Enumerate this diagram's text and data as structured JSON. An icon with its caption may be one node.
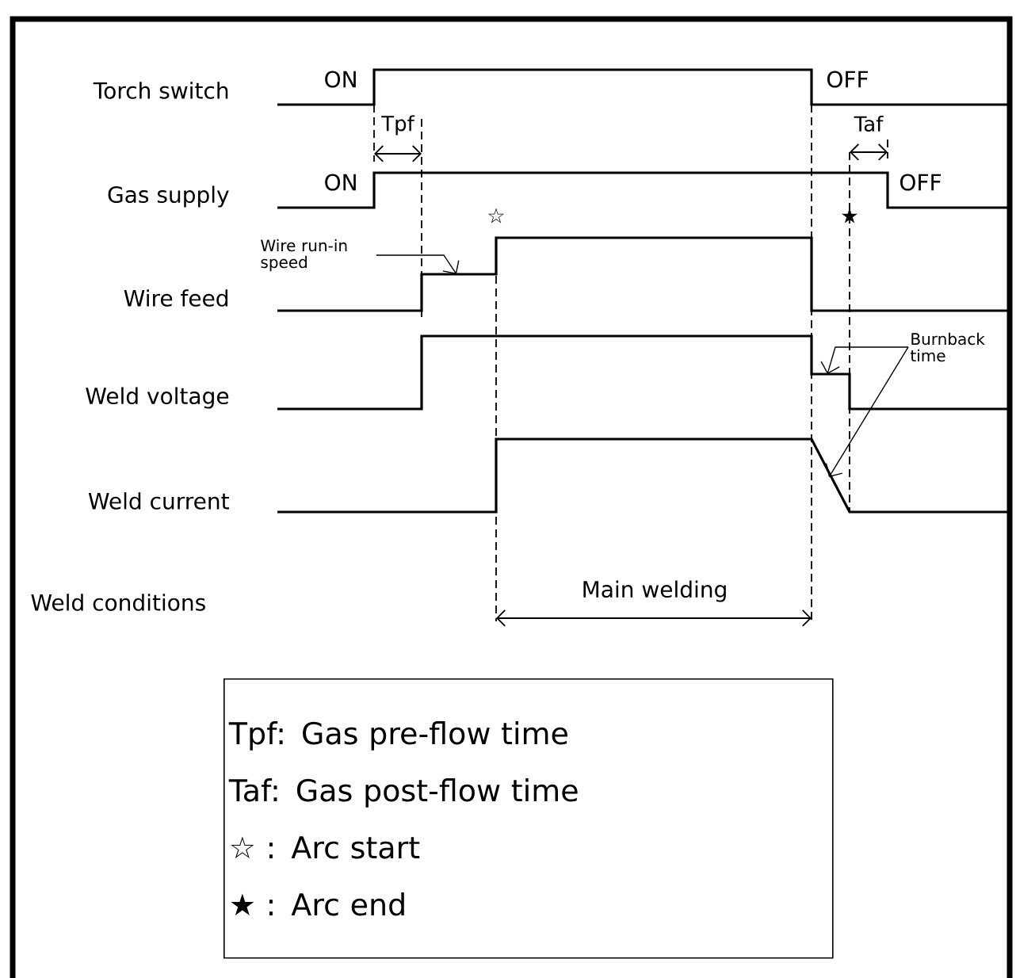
{
  "diagram": {
    "nodes": [
      {
        "text": [
          "Wire run-in speed"
        ]
      },
      {
        "text": [
          "Burnback time"
        ]
      },
      {
        "text": [
          "Tpf: Gas pre-flow time",
          "Taf: Gas post-flow time",
          "☆ : Arc start",
          "★ : Arc end"
        ]
      }
    ],
    "edges": [
      {
        "from": 0,
        "to": null,
        "arrow": "to"
      },
      {
        "from": 1,
        "to": null,
        "arrow": "to"
      },
      {
        "from": 1,
        "to": null,
        "arrow": "to"
      }
    ],
    "labels": [
      "ON",
      "OFF",
      "Torch switch",
      "Tpf",
      "Taf",
      "ON",
      "OFF",
      "Gas supply",
      "☆",
      "★",
      "Wire feed",
      "Weld voltage",
      "Weld current",
      "Weld conditions",
      "Main welding"
    ]
  }
}
